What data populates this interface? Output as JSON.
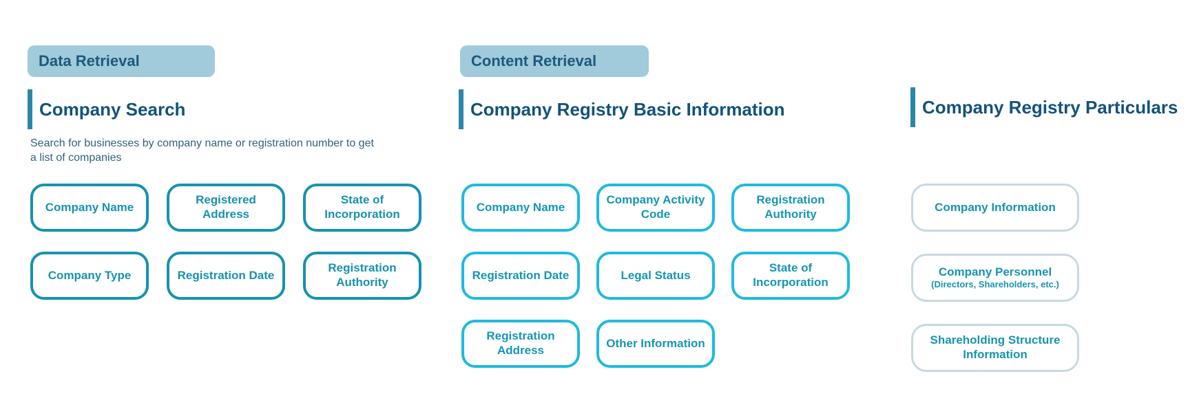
{
  "colors": {
    "background": "#ffffff",
    "header_chip_bg": "#a1cadb",
    "header_chip_text": "#1b5a7d",
    "section_title_text": "#13527b",
    "section_title_bar": "#2e86a6",
    "description_text": "#30617c",
    "data_retrieval_pill": "#1792af",
    "basic_info_pill_border": "#1fbade",
    "basic_info_pill_text": "#1596b4",
    "particulars_pill_border": "#c7d8e0",
    "particulars_pill_text": "#1894ae"
  },
  "sections": {
    "data_retrieval": {
      "header_label": "Data Retrieval",
      "title": "Company Search",
      "description": "Search for businesses by company name or registration number to get\na list of companies",
      "pills": [
        "Company Name",
        "Registered\nAddress",
        "State of\nIncorporation",
        "Company Type",
        "Registration Date",
        "Registration\nAuthority"
      ]
    },
    "content_retrieval": {
      "header_label": "Content Retrieval",
      "basic_information": {
        "title": "Company Registry Basic Information",
        "pills": [
          "Company Name",
          "Company Activity\nCode",
          "Registration\nAuthority",
          "Registration Date",
          "Legal Status",
          "State of\nIncorporation",
          "Registration\nAddress",
          "Other Information"
        ]
      },
      "particulars": {
        "title": "Company Registry Particulars",
        "pills": [
          {
            "label": "Company Information"
          },
          {
            "label": "Company Personnel",
            "sublabel": "(Directors, Shareholders, etc.)"
          },
          {
            "label": "Shareholding Structure\nInformation"
          }
        ]
      }
    }
  }
}
